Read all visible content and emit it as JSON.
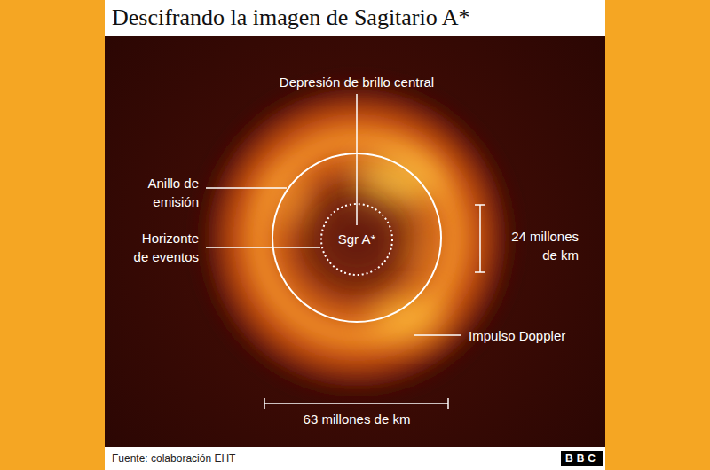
{
  "diagram": {
    "title": "Descifrando la imagen de Sagitario A*",
    "caption": "Fuente: colaboración EHT",
    "nodes": [
      {
        "text": [
          "Sgr A*"
        ]
      }
    ],
    "edges": [],
    "labels": [
      "Depresión de brillo central",
      "Anillo de emisión",
      "Horizonte de eventos",
      "24 millones de km",
      "Impulso Doppler",
      "63 millones de km",
      "BBC"
    ]
  }
}
